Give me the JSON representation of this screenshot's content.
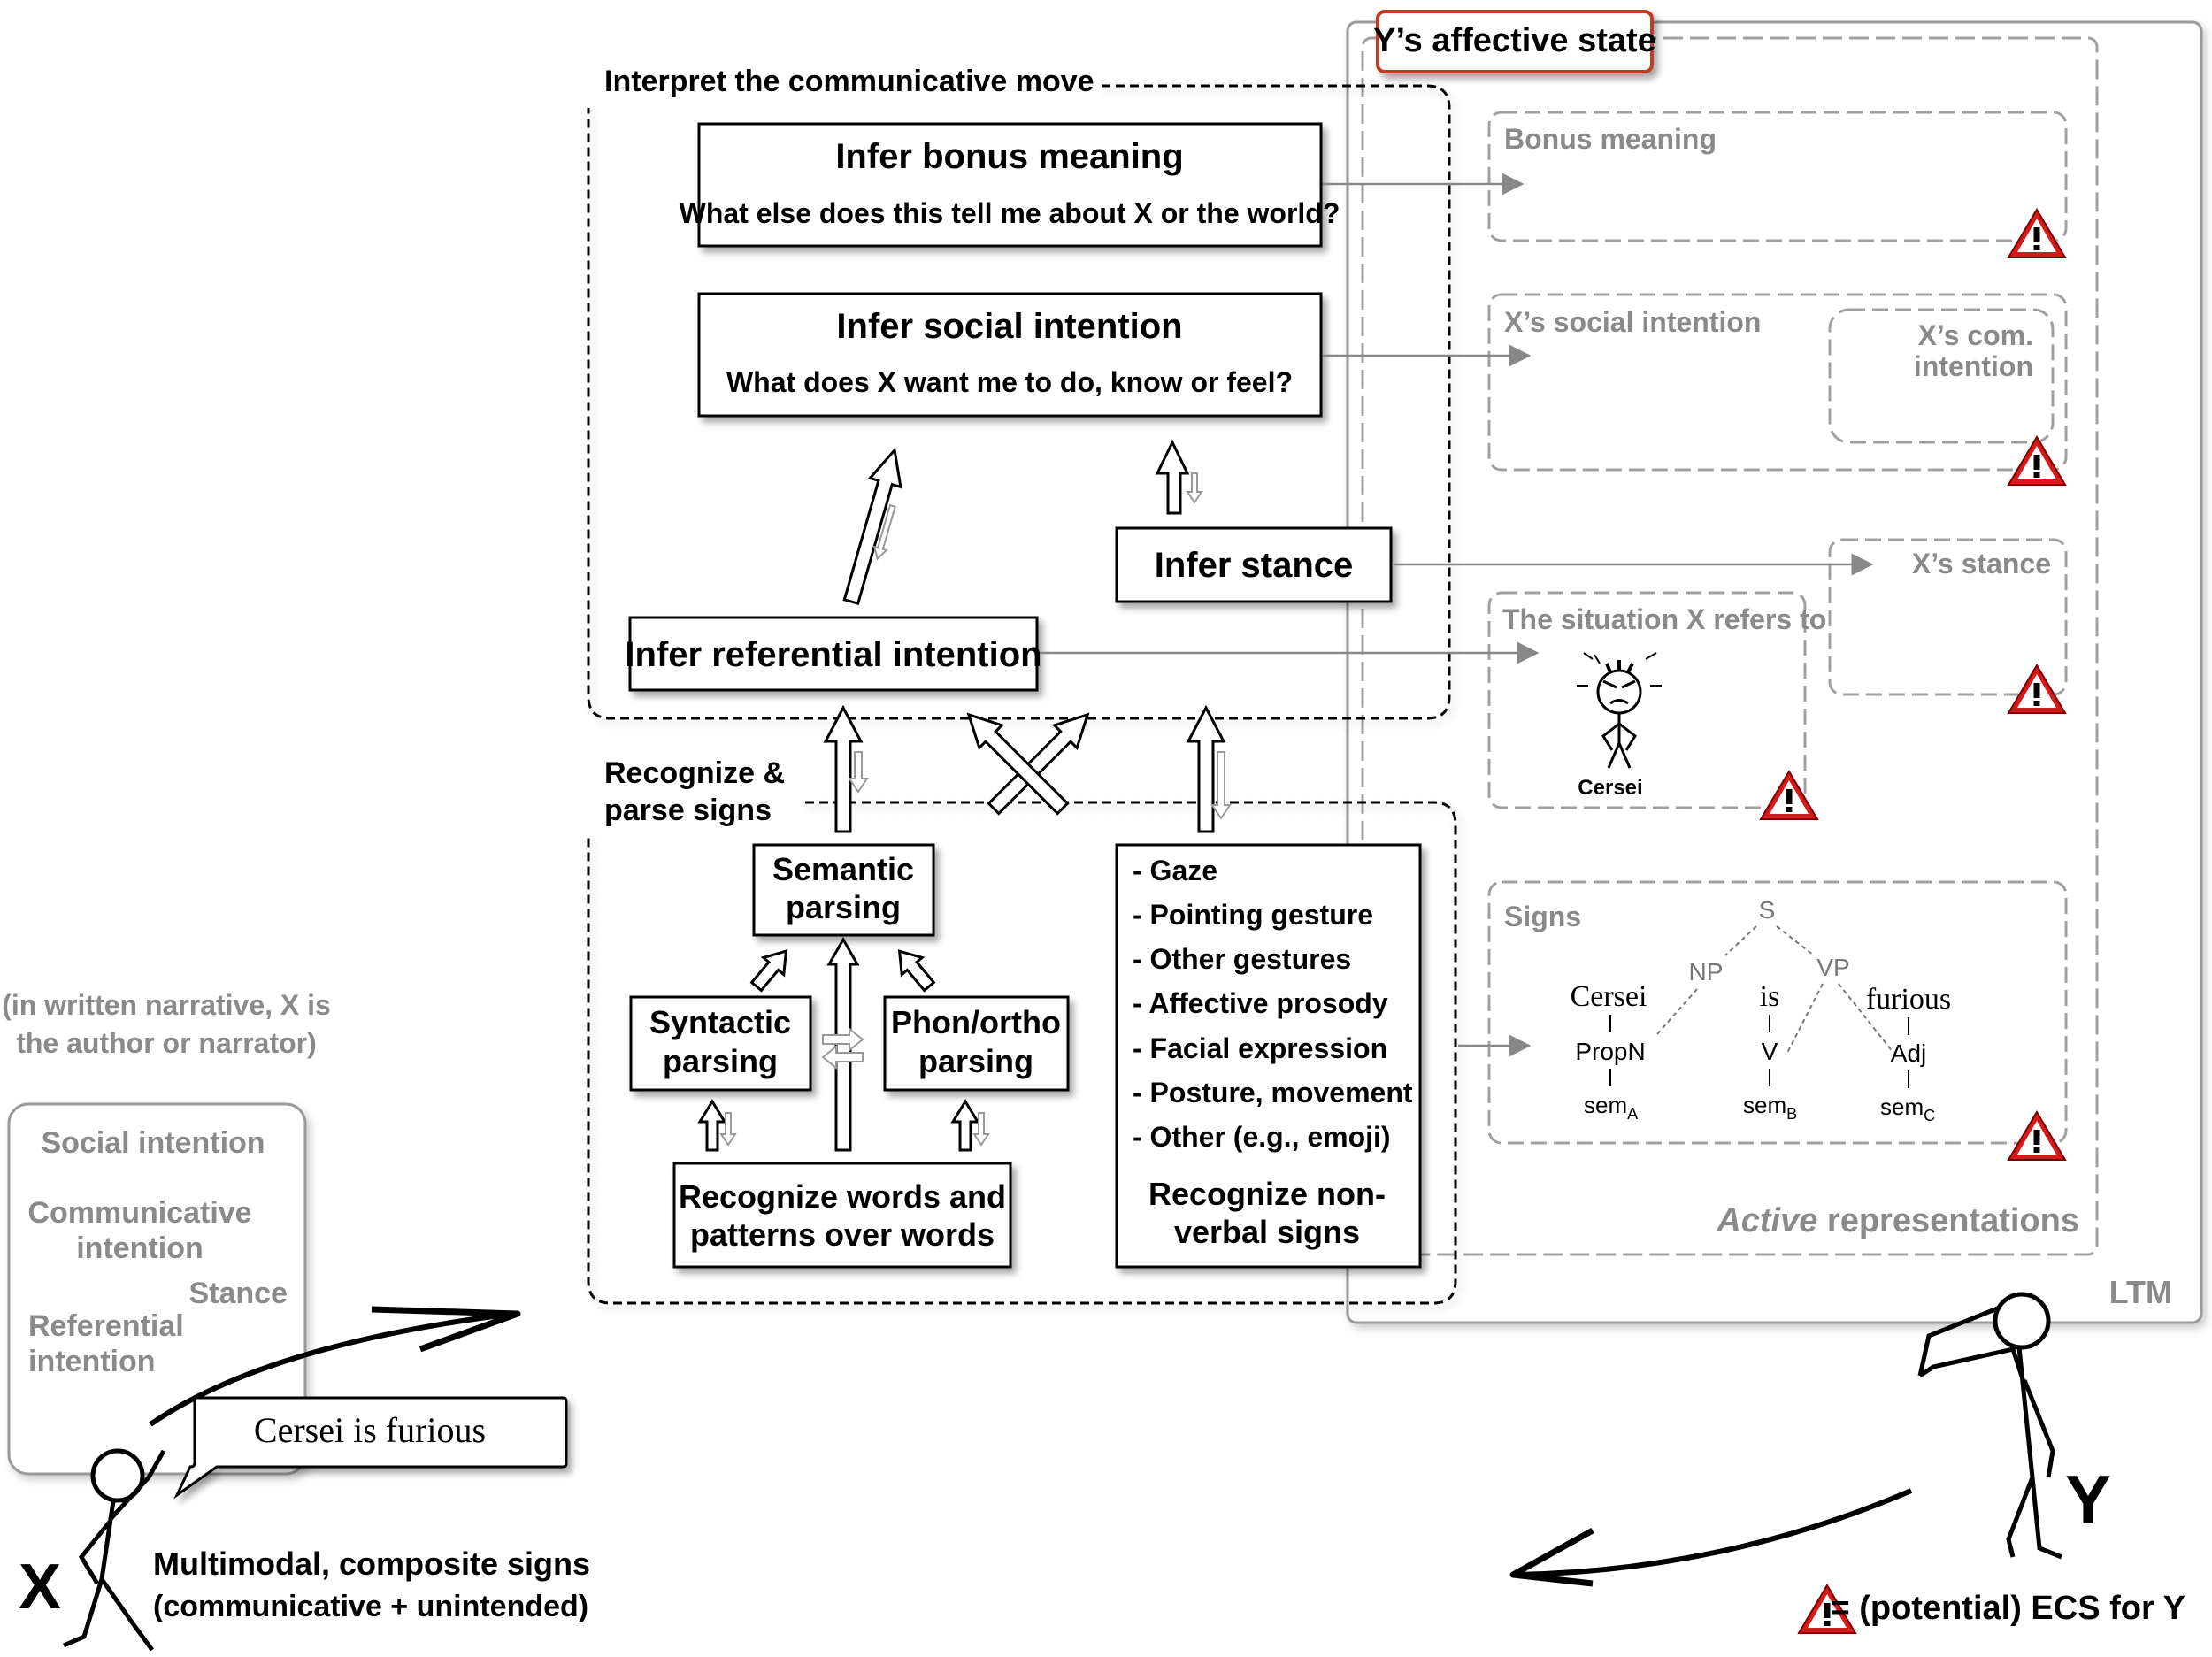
{
  "interpret": {
    "title": "Interpret the communicative move",
    "bonus": {
      "title": "Infer bonus meaning",
      "subtitle": "What else does this tell me about X or the world?"
    },
    "social": {
      "title": "Infer social intention",
      "subtitle": "What does X want me to do, know or feel?"
    },
    "stance": "Infer stance",
    "referential": "Infer referential intention"
  },
  "recognize": {
    "title_line1": "Recognize &",
    "title_line2": "parse signs",
    "semantic": [
      "Semantic",
      "parsing"
    ],
    "syntactic": [
      "Syntactic",
      "parsing"
    ],
    "phon": [
      "Phon/ortho",
      "parsing"
    ],
    "words": [
      "Recognize words and",
      "patterns over words"
    ],
    "nonverbal_items": [
      "- Gaze",
      "- Pointing gesture",
      "- Other gestures",
      "- Affective prosody",
      "- Facial expression",
      "- Posture, movement",
      "- Other (e.g., emoji)"
    ],
    "nonverbal_title": [
      "Recognize non-",
      "verbal signs"
    ]
  },
  "affective": {
    "title": "Y’s affective state",
    "bonus": "Bonus meaning",
    "social": "X’s social intention",
    "com": [
      "X’s com.",
      "intention"
    ],
    "stance": "X’s stance",
    "situation": "The situation X refers to",
    "cersei_label": "Cersei",
    "signs": "Signs",
    "active": "Active",
    "representations": " representations",
    "ltm": "LTM"
  },
  "tree": {
    "S": "S",
    "NP": "NP",
    "VP": "VP",
    "word1": "Cersei",
    "word2": "is",
    "word3": "furious",
    "pos1": "PropN",
    "pos2": "V",
    "pos3": "Adj",
    "sem": "sem",
    "subA": "A",
    "subB": "B",
    "subC": "C"
  },
  "speaker": {
    "note": [
      "(in written narrative, X is",
      "the author or narrator)"
    ],
    "social": "Social intention",
    "communicative": [
      "Communicative",
      "intention"
    ],
    "stance": "Stance",
    "referential": [
      "Referential",
      "intention"
    ],
    "utterance": "Cersei is furious",
    "caption1": "Multimodal, composite signs",
    "caption2": "(communicative + unintended)",
    "X": "X",
    "Y": "Y"
  },
  "legend": {
    "warning": "!",
    "text": "= (potential) ECS for Y"
  },
  "colors": {
    "gray": "#8a8a8a",
    "red_accent": "#c23b22",
    "warning_red": "#cc1111"
  }
}
